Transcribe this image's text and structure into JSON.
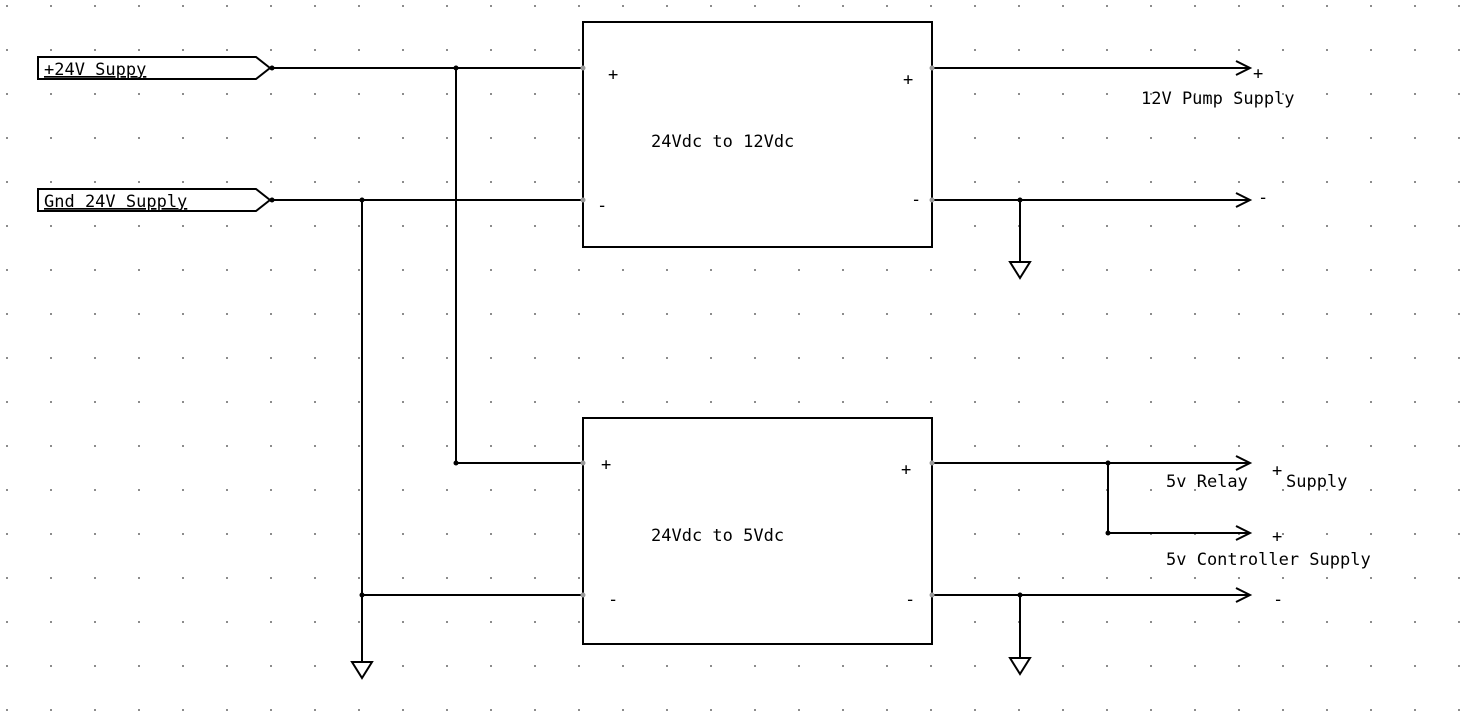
{
  "ports": {
    "supply_24v": "+24V Suppy",
    "gnd_24v": "Gnd 24V Supply"
  },
  "converters": {
    "top": {
      "label": "24Vdc to 12Vdc",
      "in_plus": "+",
      "in_minus": "-",
      "out_plus": "+",
      "out_minus": "-"
    },
    "bottom": {
      "label": "24Vdc to 5Vdc",
      "in_plus": "+",
      "in_minus": "-",
      "out_plus": "+",
      "out_minus": "-"
    }
  },
  "outputs": {
    "pump_plus_sign": "+",
    "pump_label": "12V Pump Supply",
    "pump_minus_sign": "-",
    "relay_plus_sign": "+",
    "relay_label": "5v Relay",
    "relay_label_suffix": "Supply",
    "controller_plus_sign": "+",
    "controller_label": "5v Controller Supply",
    "bottom_minus_sign": "-"
  }
}
